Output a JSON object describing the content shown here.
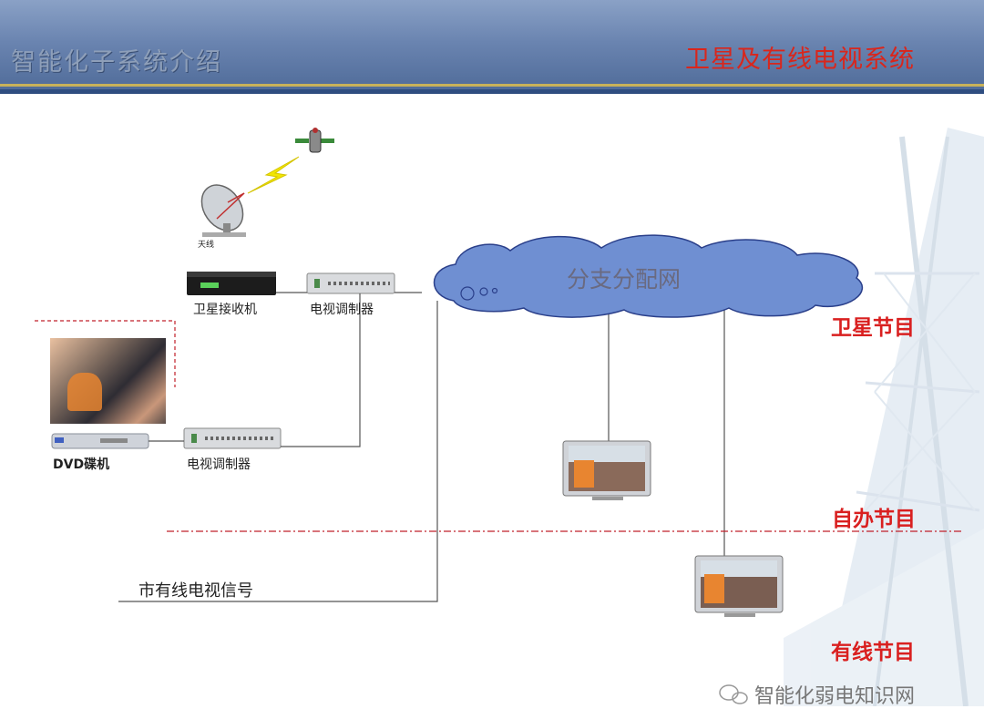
{
  "header": {
    "left_title": "智能化子系统介绍",
    "right_title": "卫星及有线电视系统"
  },
  "labels": {
    "antenna": "天线",
    "sat_receiver": "卫星接收机",
    "modulator1": "电视调制器",
    "modulator2": "电视调制器",
    "dvd": "DVD碟机",
    "cloud": "分支分配网",
    "city_cable": "市有线电视信号",
    "satellite_programs": "卫星节目",
    "own_programs": "自办节目",
    "cable_programs": "有线节目"
  },
  "footer": {
    "watermark": "智能化弱电知识网"
  },
  "colors": {
    "header": "#6a84b0",
    "accent_red": "#d92020",
    "cloud_fill": "#6f8fd2",
    "dashed_red": "#c0202a"
  }
}
